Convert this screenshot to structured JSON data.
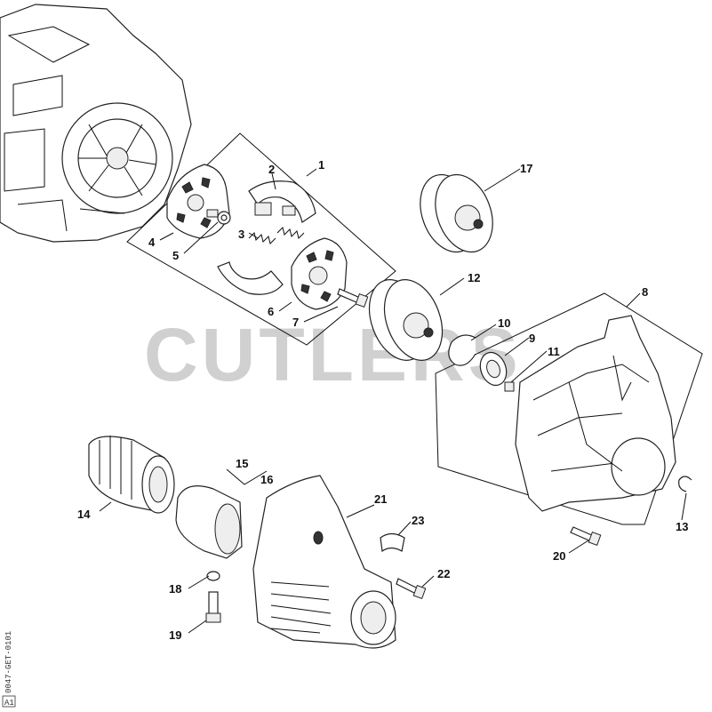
{
  "watermark": "CUTLERS",
  "side_code": "0047-GET-0101",
  "side_code_box": "A1",
  "parts": {
    "p1": "1",
    "p2": "2",
    "p3": "3",
    "p4": "4",
    "p5": "5",
    "p6": "6",
    "p7": "7",
    "p8": "8",
    "p9": "9",
    "p10": "10",
    "p11": "11",
    "p12": "12",
    "p13": "13",
    "p14": "14",
    "p15": "15",
    "p16": "16",
    "p17": "17",
    "p18": "18",
    "p19": "19",
    "p20": "20",
    "p21": "21",
    "p22": "22",
    "p23": "23"
  }
}
